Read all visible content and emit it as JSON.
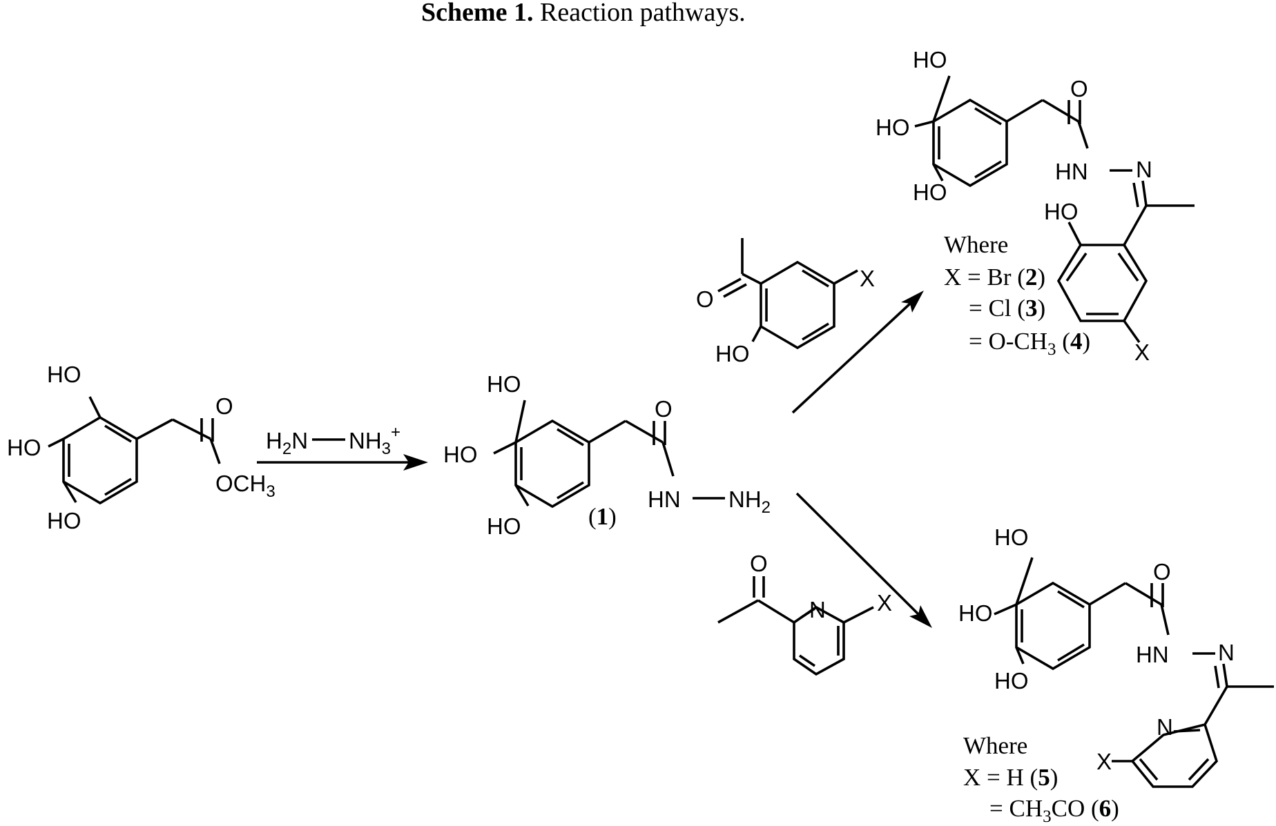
{
  "title": {
    "bold": "Scheme 1.",
    "rest": " Reaction pathways."
  },
  "labels": {
    "HO": "HO",
    "O": "O",
    "OCH": "OCH",
    "three": "3",
    "two": "2",
    "HN": "HN",
    "H": "H",
    "N": "N",
    "NH": "NH",
    "plus": "+",
    "X": "X"
  },
  "reagent": {
    "H2N": "H",
    "N_after": "N",
    "NH3": "NH",
    "sub2": "2",
    "sub3": "3",
    "plus": "+"
  },
  "compound_1_label": {
    "open": "(",
    "num": "1",
    "close": ")"
  },
  "where_top": {
    "where": "Where",
    "line1_pre": "X = Br (",
    "line1_num": "2",
    "line1_post": ")",
    "line2_pre": "= Cl (",
    "line2_num": "3",
    "line2_post": ")",
    "line3_pre": "= O-CH",
    "line3_sub": "3",
    "line3_mid": " (",
    "line3_num": "4",
    "line3_post": ")"
  },
  "where_bottom": {
    "where": "Where",
    "line1_pre": "X = H (",
    "line1_num": "5",
    "line1_post": ")",
    "line2_pre": "= CH",
    "line2_sub": "3",
    "line2_mid": "CO (",
    "line2_num": "6",
    "line2_post": ")"
  }
}
